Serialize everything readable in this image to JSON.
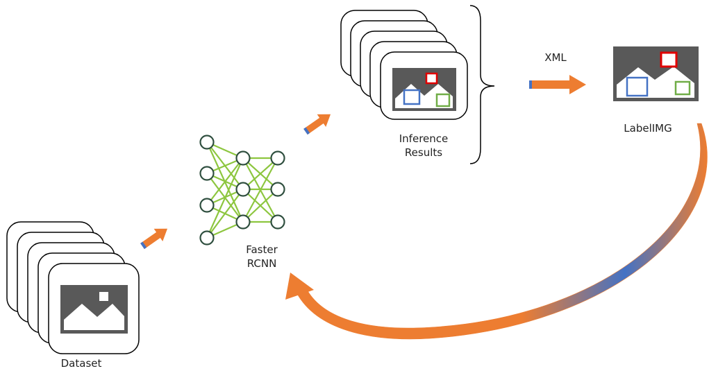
{
  "labels": {
    "dataset": "Dataset",
    "faster_line1": "Faster",
    "faster_line2": "RCNN",
    "inference_line1": "Inference",
    "inference_line2": "Results",
    "xml": "XML",
    "labelimg": "LabelIMG"
  },
  "colors": {
    "arrow_orange": "#ED7D31",
    "arrow_blue": "#4472C4",
    "network_edge": "#8DC63F",
    "network_node": "#2F4F3F",
    "image_dark": "#595959",
    "box_red": "#E00000",
    "box_blue": "#4472C4",
    "box_green": "#70AD47"
  }
}
